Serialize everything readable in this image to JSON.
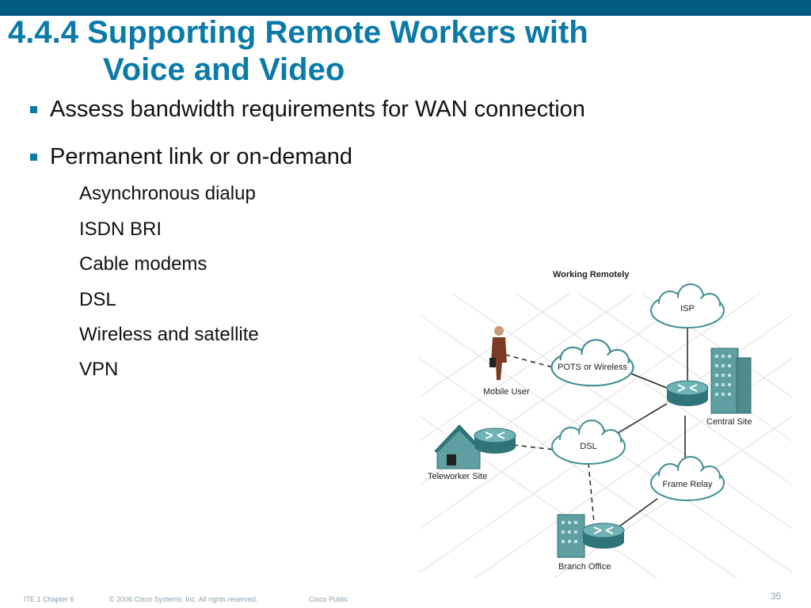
{
  "slide": {
    "title_line1": "4.4.4 Supporting Remote Workers with",
    "title_line2": "Voice and Video",
    "bullets": [
      "Assess bandwidth requirements for WAN connection",
      "Permanent link or on-demand"
    ],
    "sub_items": [
      "Asynchronous dialup",
      "ISDN BRI",
      "Cable modems",
      "DSL",
      "Wireless and satellite",
      "VPN"
    ]
  },
  "diagram": {
    "title": "Working Remotely",
    "clouds": {
      "isp": "ISP",
      "pots": "POTS or Wireless",
      "dsl": "DSL",
      "frame_relay": "Frame Relay"
    },
    "sites": {
      "mobile_user": "Mobile User",
      "central_site": "Central Site",
      "teleworker_site": "Teleworker Site",
      "branch_office": "Branch Office"
    }
  },
  "footer": {
    "course": "ITE 1 Chapter 6",
    "copyright": "© 2006 Cisco Systems, Inc. All rights reserved.",
    "classification": "Cisco Public",
    "page_number": "35"
  },
  "colors": {
    "top_bar": "#005a82",
    "title": "#0a7aa8",
    "bullet": "#0a7aa8",
    "device": "#3f8f93"
  }
}
